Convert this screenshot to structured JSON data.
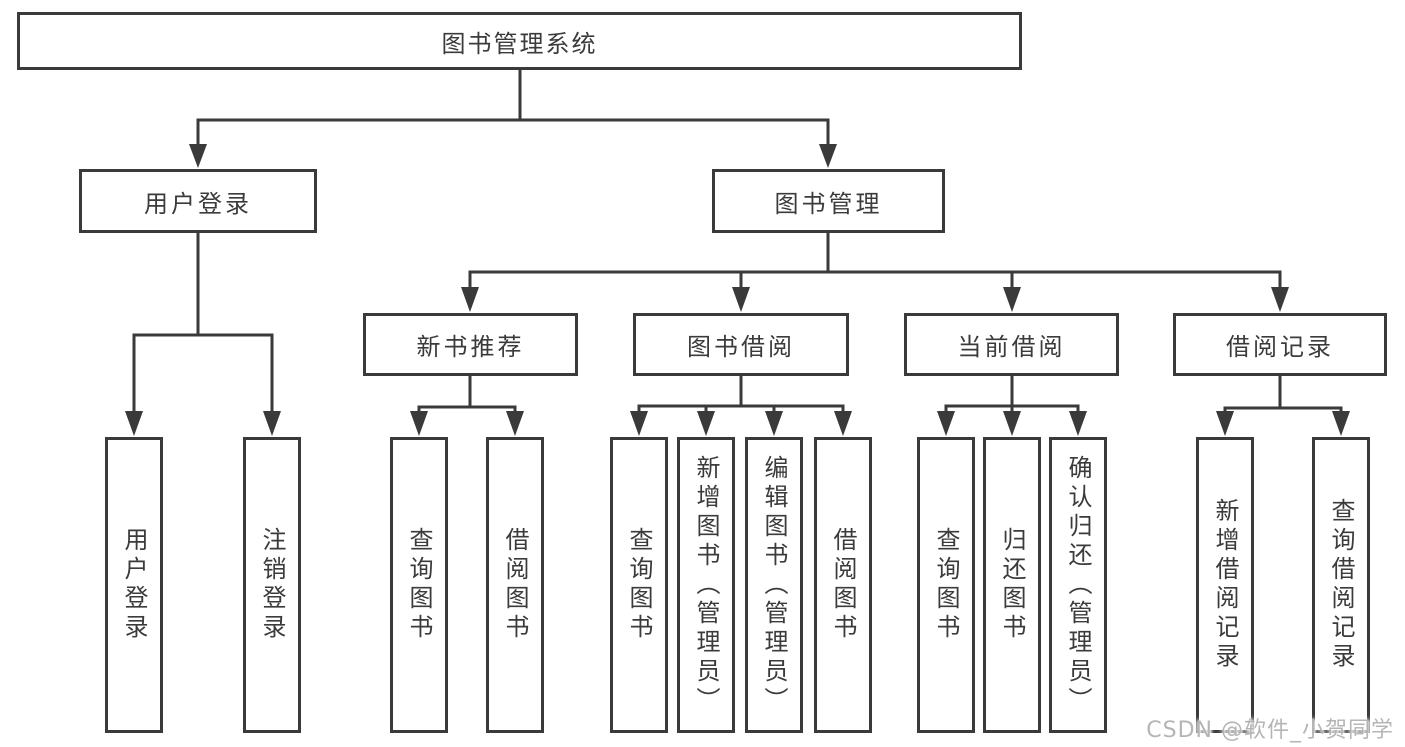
{
  "diagram": {
    "root_label": "图书管理系统",
    "level2": [
      {
        "label": "用户登录",
        "leaves": [
          "用户登录",
          "注销登录"
        ]
      },
      {
        "label": "图书管理",
        "groups": [
          {
            "label": "新书推荐",
            "leaves": [
              "查询图书",
              "借阅图书"
            ]
          },
          {
            "label": "图书借阅",
            "leaves": [
              "查询图书",
              "新增图书（管理员）",
              "编辑图书（管理员）",
              "借阅图书"
            ]
          },
          {
            "label": "当前借阅",
            "leaves": [
              "查询图书",
              "归还图书",
              "确认归还（管理员）"
            ]
          },
          {
            "label": "借阅记录",
            "leaves": [
              "新增借阅记录",
              "查询借阅记录"
            ]
          }
        ]
      }
    ]
  },
  "watermark": {
    "text": "CSDN @软件_小贺同学"
  },
  "colors": {
    "line": "#3a3a3a",
    "text": "#3b3b3b",
    "box_fill": "#ffffff",
    "background": "#ffffff",
    "watermark": "#b5b5b5"
  }
}
